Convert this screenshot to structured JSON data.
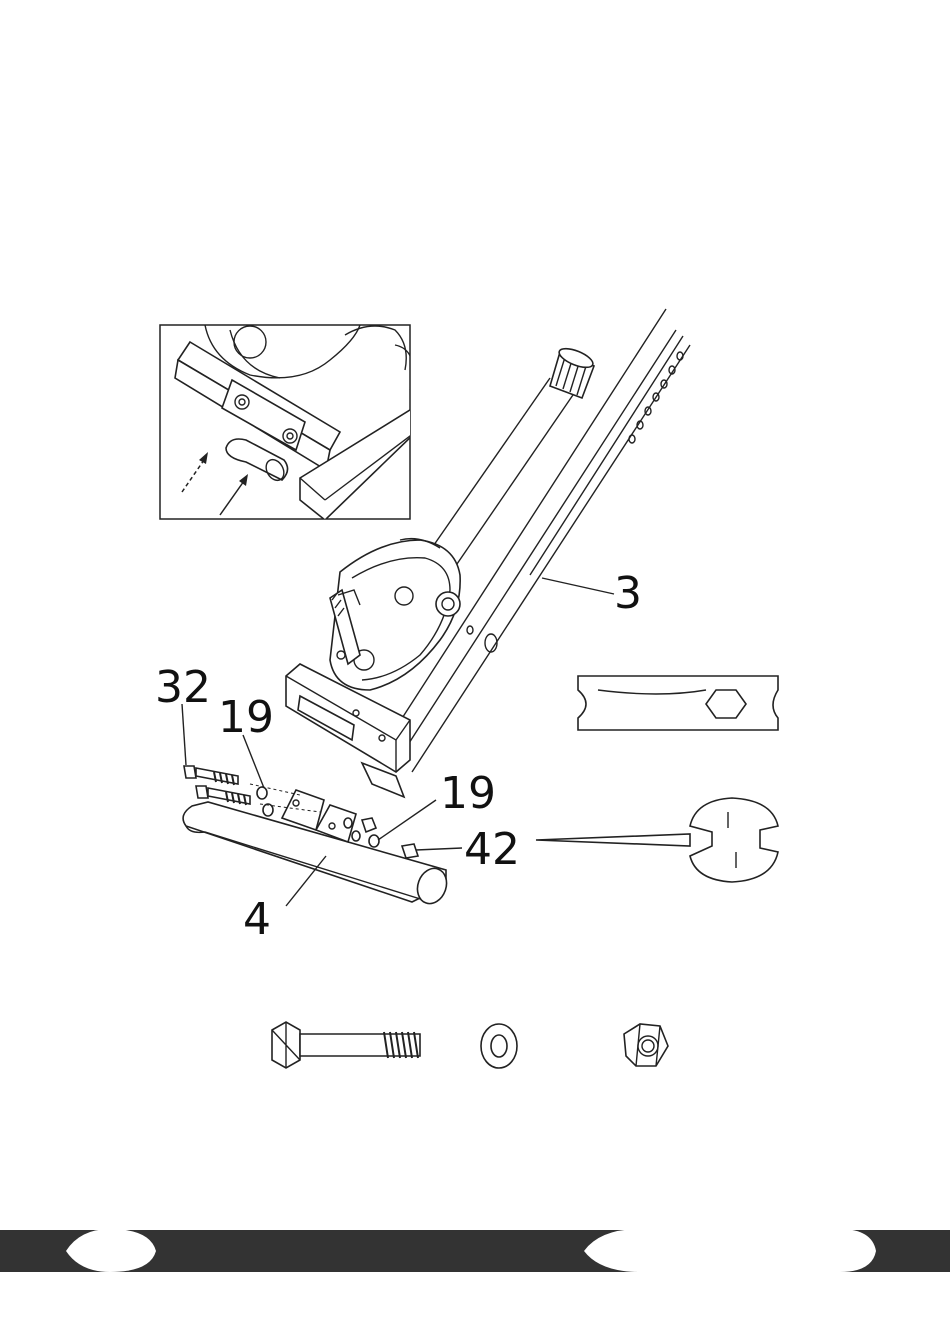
{
  "part_labels": {
    "frame": "3",
    "foot": "4",
    "bolt": "32",
    "washer_left": "19",
    "washer_right": "19",
    "nut": "42"
  },
  "colors": {
    "footer_bar": "#333333",
    "line": "#222222",
    "background": "#ffffff"
  },
  "icons": [
    "arrow-dashed-icon",
    "arrow-solid-icon",
    "spanner-icon",
    "wrench-icon",
    "bolt-icon",
    "washer-icon",
    "nut-icon"
  ]
}
